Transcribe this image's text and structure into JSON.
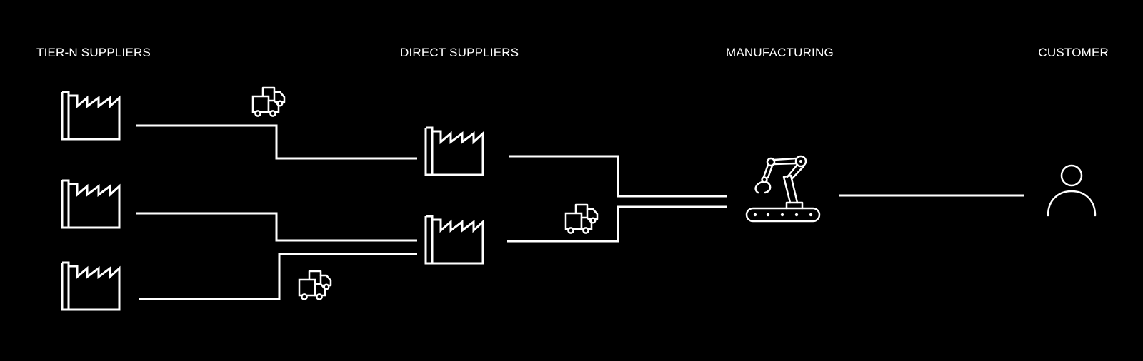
{
  "columns": {
    "tier_n": "TIER-N SUPPLIERS",
    "direct": "DIRECT SUPPLIERS",
    "manufacturing": "MANUFACTURING",
    "customer": "CUSTOMER"
  },
  "colors": {
    "background": "#000000",
    "foreground": "#ffffff"
  },
  "icons": {
    "supplier": "factory-icon",
    "transport": "delivery-trucks-icon",
    "manufacturing": "robotic-arm-icon",
    "customer": "person-icon"
  }
}
